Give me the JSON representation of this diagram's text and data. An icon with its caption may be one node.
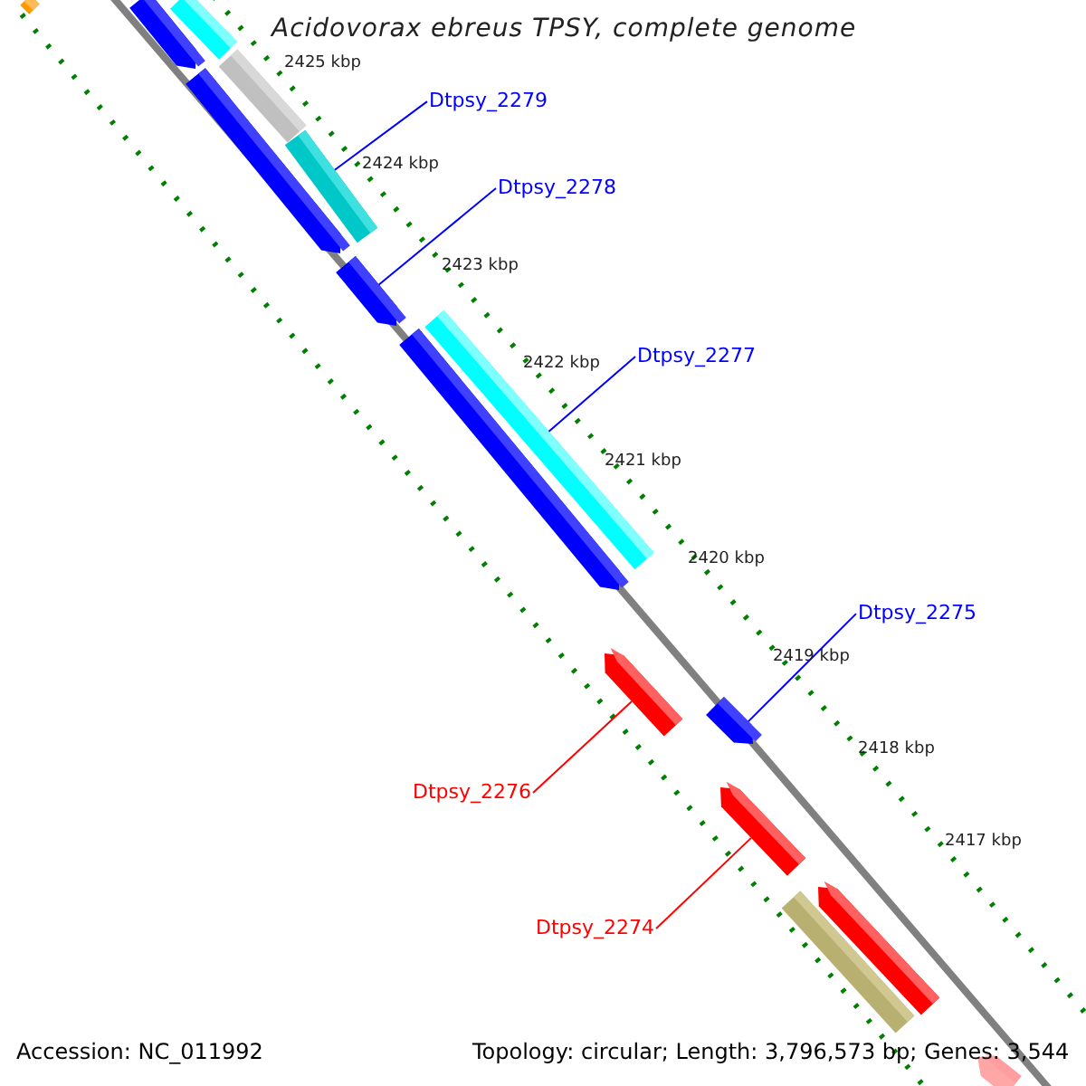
{
  "diagram": {
    "title": "Acidovorax ebreus TPSY, complete genome",
    "nodes": [
      {
        "text": [],
        "shape": "bar"
      },
      {
        "text": [],
        "shape": "bar"
      },
      {
        "text": [],
        "shape": "bar"
      },
      {
        "text": [],
        "shape": "bar"
      },
      {
        "text": [],
        "shape": "bar"
      },
      {
        "text": [
          "Dtpsy_2279"
        ]
      },
      {
        "text": [],
        "shape": "bar"
      },
      {
        "text": [
          "Dtpsy_2278"
        ]
      },
      {
        "text": [],
        "shape": "bar"
      },
      {
        "text": [],
        "shape": "bar"
      },
      {
        "text": [],
        "shape": "bar"
      },
      {
        "text": [
          "Dtpsy_2277"
        ]
      },
      {
        "text": [
          "Dtpsy_2275"
        ]
      },
      {
        "text": [],
        "shape": "bar"
      },
      {
        "text": [],
        "shape": "bar"
      },
      {
        "text": [
          "Dtpsy_2276"
        ]
      },
      {
        "text": [],
        "shape": "bar"
      },
      {
        "text": [],
        "shape": "bar"
      },
      {
        "text": [],
        "shape": "bar"
      },
      {
        "text": [
          "Dtpsy_2274"
        ]
      },
      {
        "text": [],
        "shape": "bar"
      }
    ],
    "edges": [
      {
        "from": 5,
        "to": 6,
        "arrow": "none"
      },
      {
        "from": 7,
        "to": 8,
        "arrow": "none"
      },
      {
        "from": 11,
        "to": 9,
        "arrow": "none"
      },
      {
        "from": 12,
        "to": 14,
        "arrow": "none"
      },
      {
        "from": 15,
        "to": 13,
        "arrow": "none",
        "color": "#ff0000"
      },
      {
        "from": 19,
        "to": 16,
        "arrow": "none",
        "color": "#ff0000"
      }
    ],
    "labels": [
      "2425 kbp",
      "2424 kbp",
      "2423 kbp",
      "2422 kbp",
      "2421 kbp",
      "2420 kbp",
      "2419 kbp",
      "2418 kbp",
      "2417 kbp",
      "Accession: NC_011992",
      "Topology: circular; Length: 3,796,573 bp; Genes: 3,544"
    ]
  }
}
